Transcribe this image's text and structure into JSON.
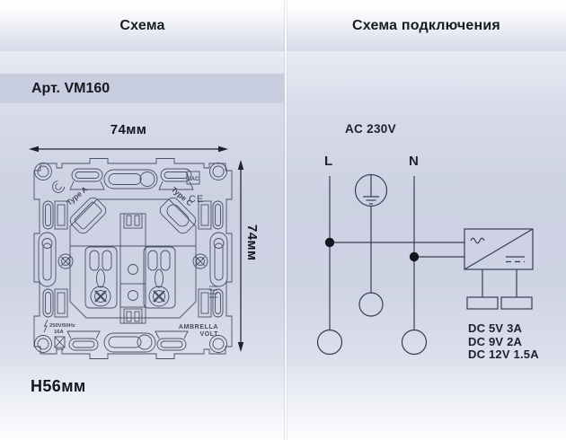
{
  "header": {
    "tab_scheme": "Схема",
    "tab_connection": "Схема подключения"
  },
  "left_panel": {
    "article": "Арт. VM160",
    "width_label": "74мм",
    "height_label": "74мм",
    "depth_label": "H56мм",
    "drawing": {
      "type_a_label": "Type A",
      "type_c_label": "Type C",
      "eac_mark": "EAC",
      "ce_mark": "CE",
      "rating_voltage": "250V/50Hz",
      "rating_current": "16A",
      "brand_top": "AMBRELLA",
      "brand_bottom": "VOLT"
    }
  },
  "right_panel": {
    "ac_label": "AC 230V",
    "line_label": "L",
    "neutral_label": "N",
    "dc_outputs": [
      "DC 5V 3A",
      "DC 9V 2A",
      "DC 12V 1.5A"
    ]
  },
  "colors": {
    "panel_mid": "#ccd1e3",
    "article_band": "#c9cde0",
    "line_stroke": "#3a3f52",
    "text": "#15171f"
  }
}
